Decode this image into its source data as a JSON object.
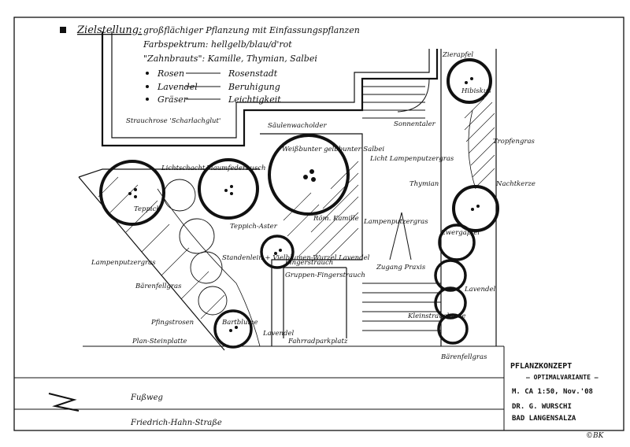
{
  "colors": {
    "ink": "#111111",
    "paper": "#ffffff"
  },
  "goals": {
    "heading": "Zielstellung:",
    "lines": [
      "großflächiger Pflanzung mit Einfassungspflanzen",
      "Farbspektrum: hellgelb/blau/d'rot",
      "\"Zahnbrauts\": Kamille, Thymian, Salbei",
      "Rosen",
      "Lavendel",
      "Gräser"
    ],
    "meanings": [
      "Rosenstadt",
      "Beruhigung",
      "Leichtigkeit"
    ]
  },
  "labels": {
    "zierapfel": "Zierapfel",
    "hibiskus": "Hibiskus",
    "strauchrose": "Strauchrose 'Scharlachglut'",
    "saeulenwacholder": "Säulenwacholder",
    "sonnentaler": "Sonnentaler",
    "lichtschacht": "Lichtschacht",
    "flaumfeder": "Flaumfederbusch",
    "tropfen": "Tropfengras",
    "weissbunt": "Weißbunter gelbbunter Salbei",
    "licht_lampen": "Licht Lampenputzergras",
    "thymian": "Thymian",
    "nachtkerze": "Nachtkerze",
    "teppich1": "Teppich",
    "teppich2": "Teppich-Aster",
    "kamille": "Röm. Kamille",
    "lampen1": "Lampenputzergras",
    "zwergapfel": "Zwergapfel",
    "lampen2": "Lampenputzergras",
    "zugang": "Zugang Praxis",
    "standenlein": "Standenlein + Vielblumen-Wurzel Lavendel",
    "fingerstrauch1": "Fingerstrauch",
    "fingerstrauch2": "Gruppen-Fingerstrauch",
    "baerenfell1": "Bärenfellgras",
    "lavendel": "Lavendel",
    "klein": "Kleinstrauchrose",
    "pfingstrosen": "Pfingstrosen",
    "bartblume": "Bartblume",
    "lavendel2": "Lavendel",
    "fahrrad": "Fahrradparkplatz",
    "platten": "Plan-Steinplatte",
    "baerenfell2": "Bärenfellgras",
    "fussweg": "Fußweg",
    "strasse": "Friedrich-Hahn-Straße"
  },
  "titleblock": {
    "title": "PFLANZKONZEPT",
    "subtitle": "– OPTIMALVARIANTE –",
    "scale": "M. CA  1:50, Nov.'08",
    "author": "DR. G. WURSCHI",
    "place": "BAD LANGENSALZA",
    "copyright": "©BK"
  }
}
